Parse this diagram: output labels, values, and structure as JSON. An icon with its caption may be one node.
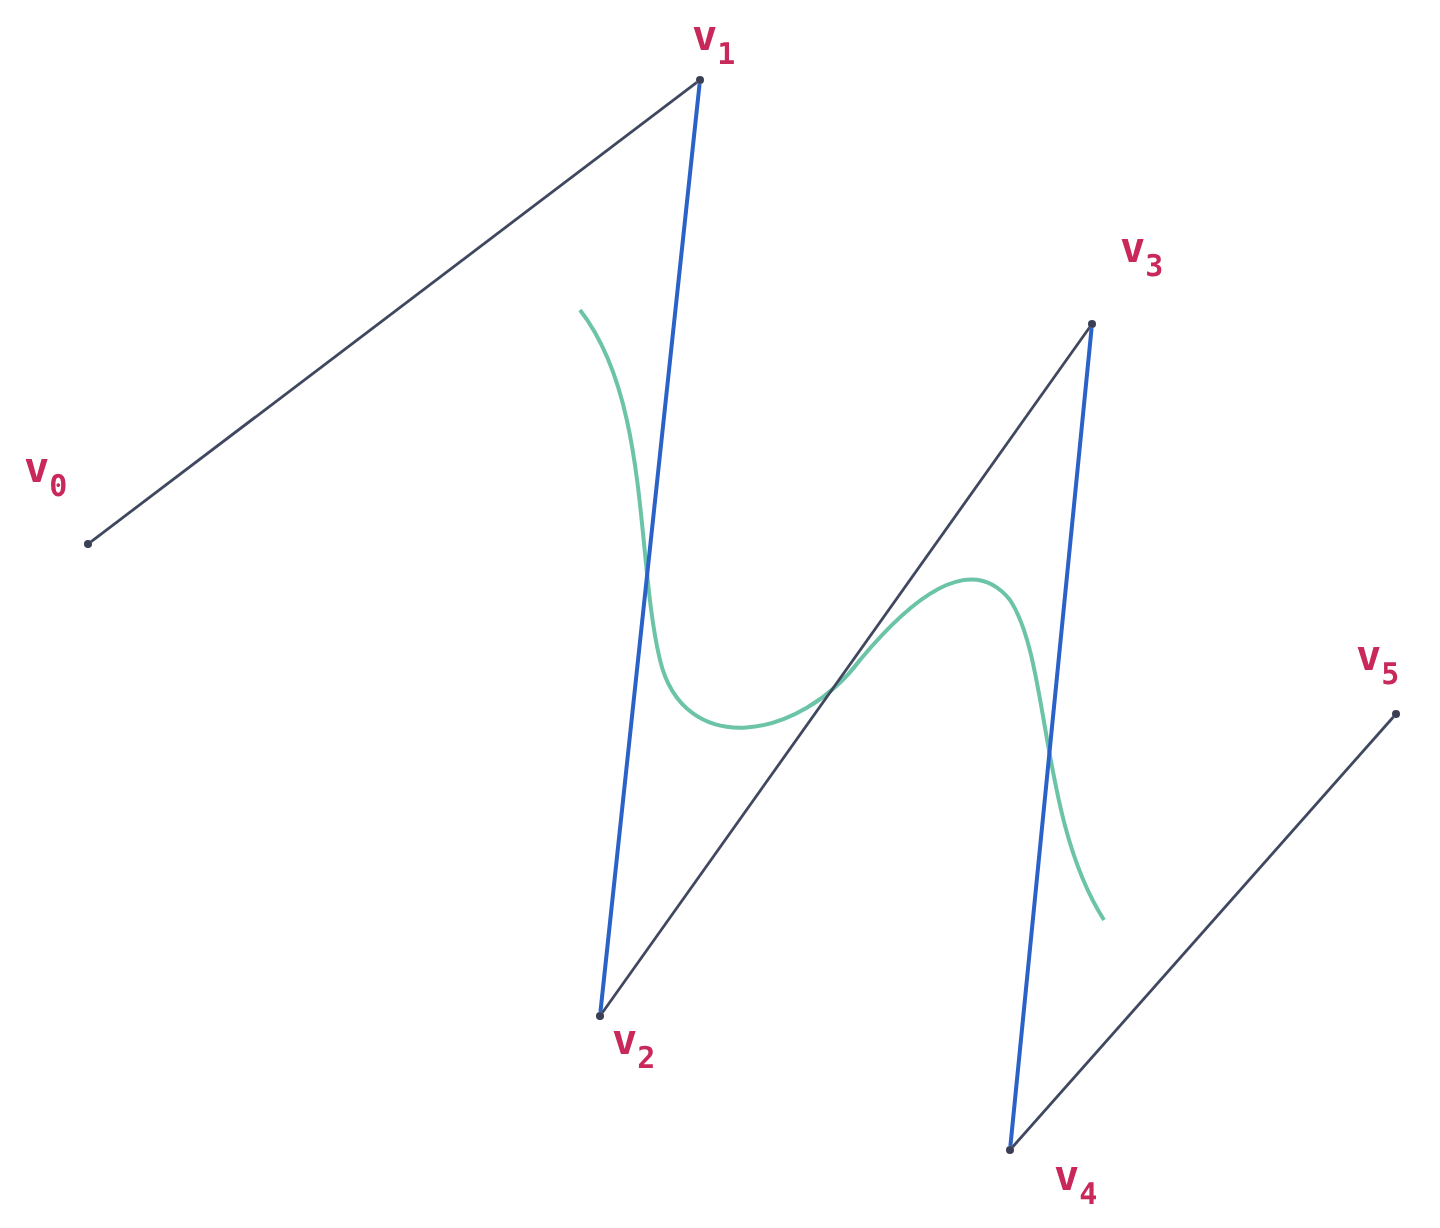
{
  "diagram": {
    "nodes": [
      {
        "text": [],
        "shape": "dot",
        "beside": [
          "v$_{0}$"
        ]
      },
      {
        "text": [],
        "shape": "dot",
        "beside": [
          "v$_{1}$"
        ]
      },
      {
        "text": [],
        "shape": "dot",
        "beside": [
          "v$_{2}$"
        ]
      },
      {
        "text": [],
        "shape": "dot",
        "beside": [
          "v$_{3}$"
        ]
      },
      {
        "text": [],
        "shape": "dot",
        "beside": [
          "v$_{4}$"
        ]
      },
      {
        "text": [],
        "shape": "dot",
        "beside": [
          "v$_{5}$"
        ]
      }
    ],
    "edges": [
      {
        "from": 0,
        "to": 1,
        "arrow": "none"
      },
      {
        "from": 1,
        "to": 2,
        "arrow": "none",
        "color": "#2a62c8"
      },
      {
        "from": 2,
        "to": 3,
        "arrow": "none"
      },
      {
        "from": 3,
        "to": 4,
        "arrow": "none",
        "color": "#2a62c8"
      },
      {
        "from": 4,
        "to": 5,
        "arrow": "none"
      }
    ]
  }
}
